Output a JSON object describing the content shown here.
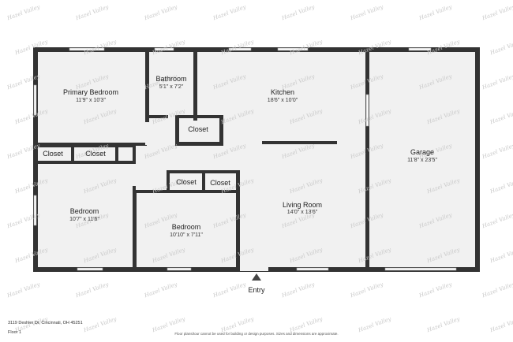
{
  "watermark": "Hazel Valley",
  "rooms": {
    "primary_bedroom": {
      "name": "Primary Bedroom",
      "dims": "11'9\" x 10'3\""
    },
    "bathroom": {
      "name": "Bathroom",
      "dims": "5'1\" x 7'2\""
    },
    "kitchen": {
      "name": "Kitchen",
      "dims": "18'6\" x 10'0\""
    },
    "garage": {
      "name": "Garage",
      "dims": "11'8\" x 23'5\""
    },
    "bedroom_left": {
      "name": "Bedroom",
      "dims": "10'7\" x 11'6\""
    },
    "bedroom_center": {
      "name": "Bedroom",
      "dims": "10'10\" x 7'11\""
    },
    "living_room": {
      "name": "Living Room",
      "dims": "14'0\" x 13'6\""
    }
  },
  "closets": {
    "left": "Closet",
    "mid_left": "Closet",
    "bath": "Closet",
    "center_1": "Closet",
    "center_2": "Closet"
  },
  "entry_label": "Entry",
  "footer": {
    "address": "3119 Deshler Dr, Cincinnati, OH 45251",
    "floor": "Floor 1",
    "disclaimer": "Floor plans/tour cannot be used for building or design purposes. Sizes and dimensions are approximate."
  },
  "colors": {
    "wall": "#333333",
    "floor": "#f1f1f1",
    "window": "#ffffff"
  }
}
